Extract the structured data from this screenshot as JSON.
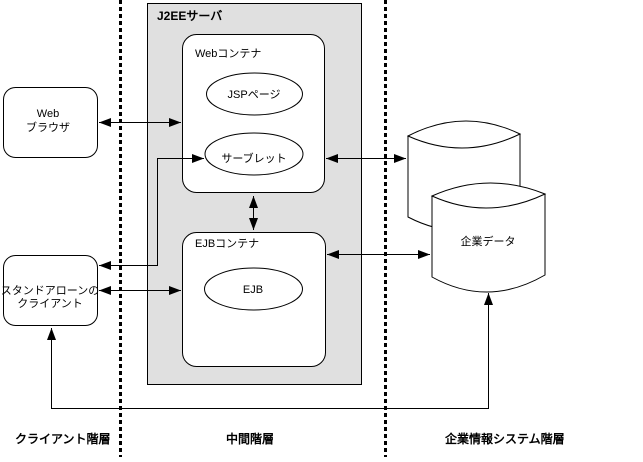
{
  "colors": {
    "background": "#ffffff",
    "server_fill": "#e0e0e0",
    "shape_fill": "#ffffff",
    "line": "#000000"
  },
  "diagram": {
    "server_label": "J2EEサーバ",
    "web_container_label": "Webコンテナ",
    "jsp_label": "JSPページ",
    "servlet_label": "サーブレット",
    "ejb_container_label": "EJBコンテナ",
    "ejb_label": "EJB",
    "browser_label_line1": "Web",
    "browser_label_line2": "ブラウザ",
    "client_label_line1": "スタンドアローンの",
    "client_label_line2": "クライアント",
    "database_label": "企業データ",
    "tier_client_label": "クライアント階層",
    "tier_middle_label": "中間階層",
    "tier_eis_label": "企業情報システム階層"
  }
}
